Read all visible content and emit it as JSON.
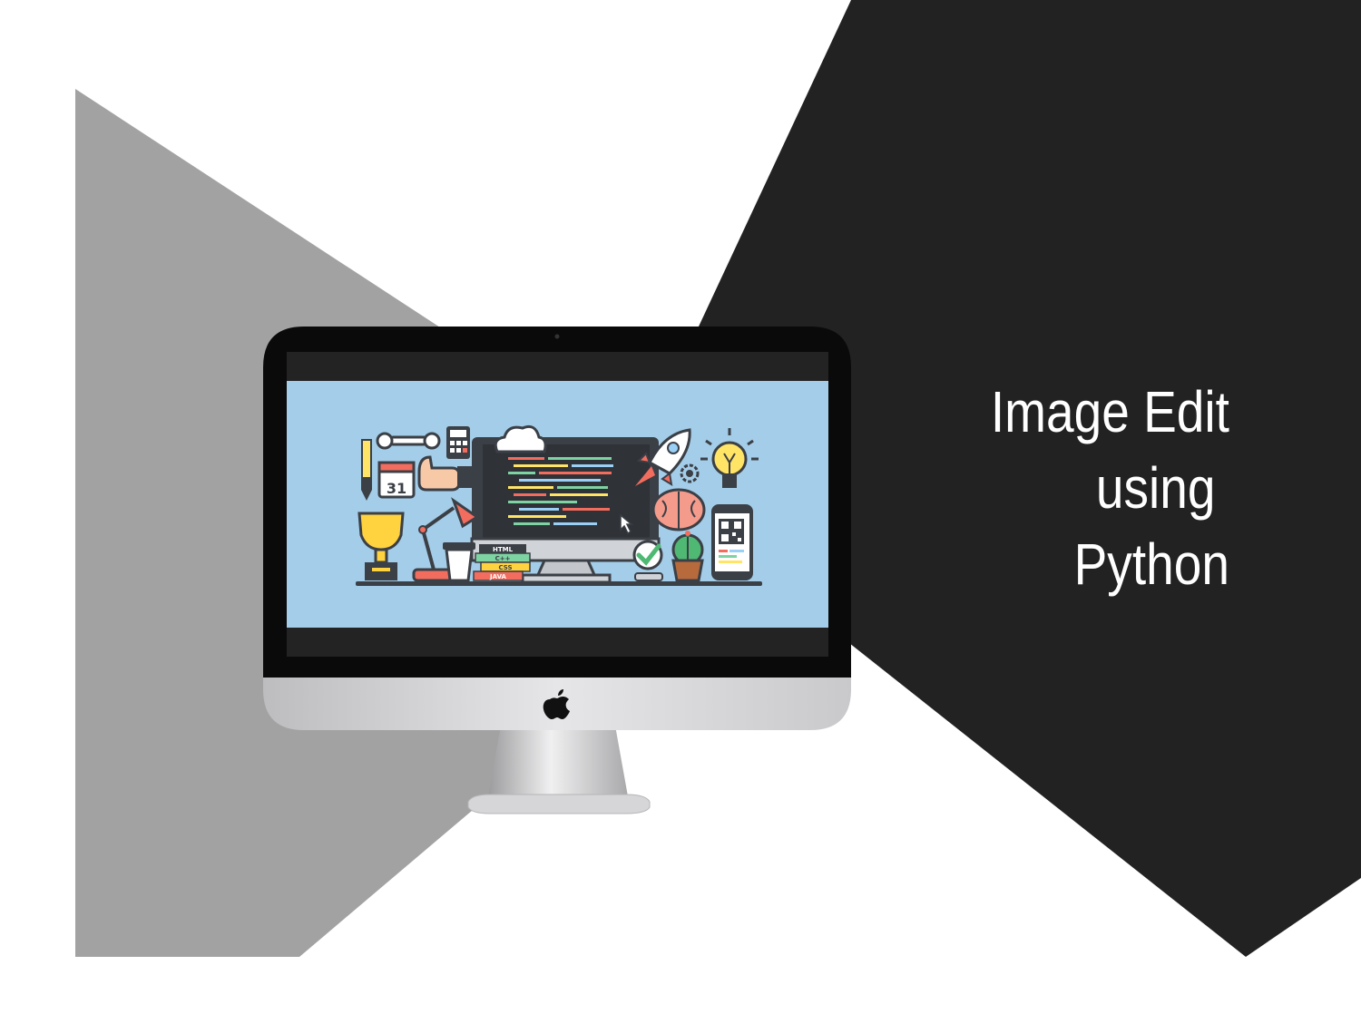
{
  "colors": {
    "background": "#ffffff",
    "gray_shape": "#a3a2a3",
    "dark_shape": "#222222",
    "screen_sky": "#a3cde8",
    "bezel": "#0a0a0a",
    "stand": "#d4d4d6"
  },
  "title": {
    "line1": "Image Edit",
    "line2": "using",
    "line3": "Python"
  },
  "illustration": {
    "calendar_day": "31",
    "books": [
      "HTML",
      "C++",
      "CSS",
      "JAVA"
    ],
    "icons": [
      "pencil-icon",
      "wrench-icon",
      "calculator-icon",
      "calendar-icon",
      "thumbs-up-icon",
      "cloud-icon",
      "rocket-icon",
      "gear-icon",
      "lightbulb-icon",
      "brain-icon",
      "smartphone-qr-icon",
      "trophy-icon",
      "desk-lamp-icon",
      "coffee-cup-icon",
      "checkmark-icon",
      "cactus-icon",
      "cursor-icon",
      "apple-logo-icon"
    ]
  }
}
